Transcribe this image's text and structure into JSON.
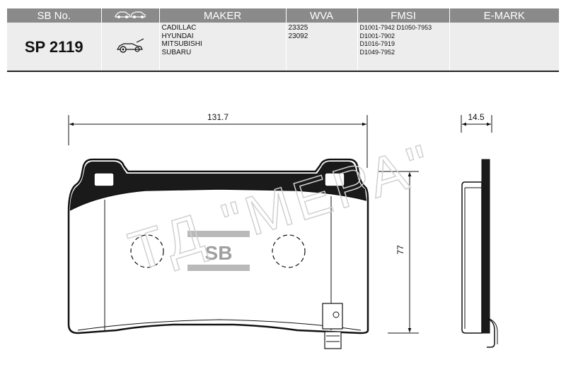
{
  "table": {
    "headers": [
      "SB No.",
      "",
      "MAKER",
      "WVA",
      "FMSI",
      "E-MARK"
    ],
    "sb_no": "SP 2119",
    "makers": [
      "CADILLAC",
      "HYUNDAI",
      "MITSUBISHI",
      "SUBARU"
    ],
    "wva": [
      "23325",
      "23092"
    ],
    "fmsi": [
      "D1001-7942 D1050-7953",
      "D1001-7902",
      "D1016-7919",
      "D1049-7952"
    ],
    "emark": ""
  },
  "drawing": {
    "width_dim": "131.7",
    "height_dim": "77",
    "thickness_dim": "14.5",
    "logo_text": "SB",
    "watermark": "ТД \"МЕРА\""
  },
  "icons": {
    "header": "two-cars-icon",
    "row": "car-front-axle-icon"
  }
}
